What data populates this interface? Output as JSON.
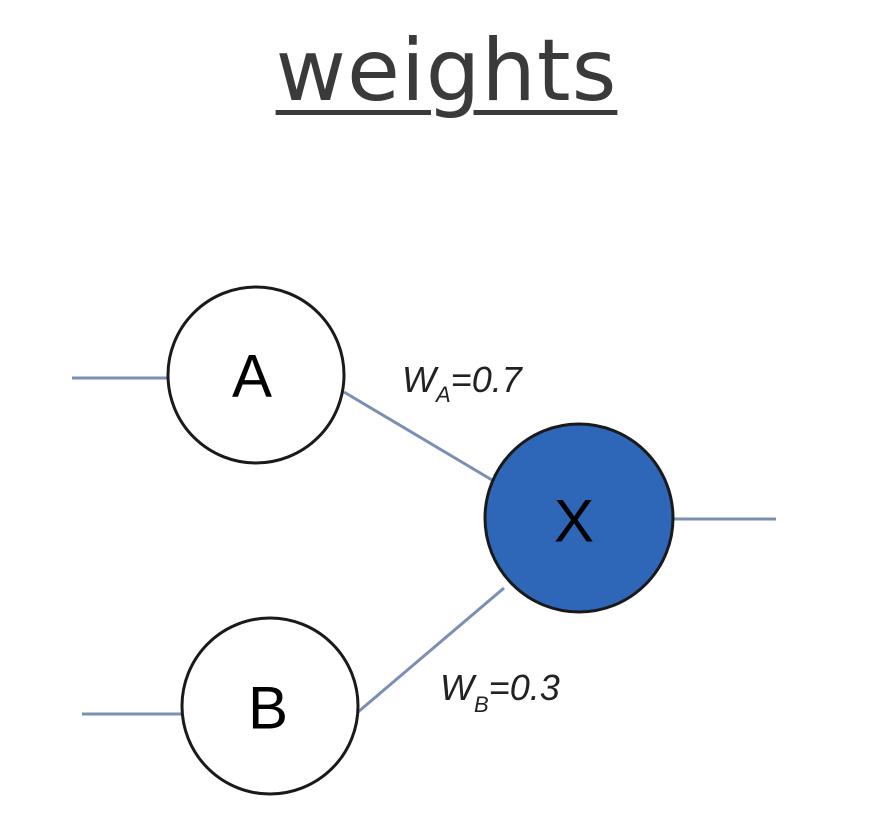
{
  "title": "weights",
  "nodes": {
    "a": {
      "label": "A"
    },
    "b": {
      "label": "B"
    },
    "x": {
      "label": "X",
      "fill": "#2e66b8"
    }
  },
  "weights": {
    "a": {
      "symbol": "W",
      "subscript": "A",
      "value": "=0.7"
    },
    "b": {
      "symbol": "W",
      "subscript": "B",
      "value": "=0.3"
    }
  },
  "colors": {
    "edge": "#7b8fb5",
    "node_outline": "#1a1a1a",
    "title": "#3a3a3a"
  }
}
